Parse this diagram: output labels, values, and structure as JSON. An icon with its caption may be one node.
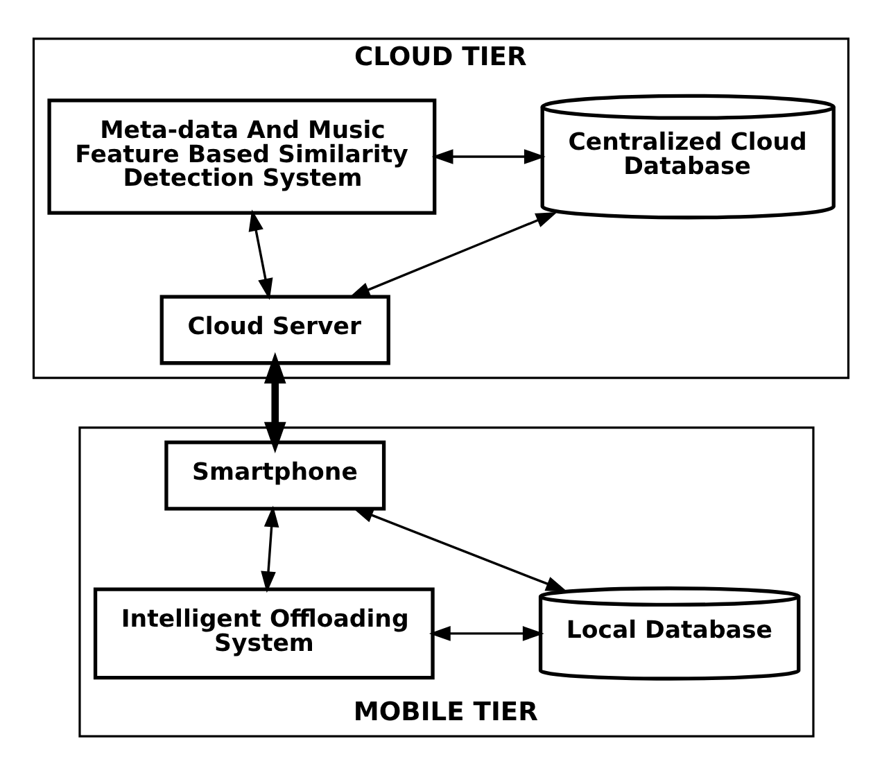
{
  "diagram": {
    "nodes": [
      {
        "text": [
          "CLOUD TIER"
        ]
      },
      {
        "text": [
          "Meta-data And Music Feature Based Similarity Detection System"
        ],
        "in": 0
      },
      {
        "text": [
          "Centralized Cloud Database"
        ],
        "in": 0
      },
      {
        "text": [
          "Cloud Server"
        ],
        "in": 0
      },
      {
        "text": [
          "MOBILE TIER"
        ]
      },
      {
        "text": [
          "Smartphone"
        ],
        "in": 4
      },
      {
        "text": [
          "Intelligent Offloading System"
        ],
        "in": 4
      },
      {
        "text": [
          "Local Database"
        ],
        "in": 4
      }
    ],
    "edges": [
      {
        "from": 1,
        "to": 2,
        "arrow": "both"
      },
      {
        "from": 1,
        "to": 3,
        "arrow": "both"
      },
      {
        "from": 2,
        "to": 3,
        "arrow": "both"
      },
      {
        "from": 3,
        "to": 5,
        "arrow": "both",
        "style": "thick"
      },
      {
        "from": 5,
        "to": 6,
        "arrow": "both"
      },
      {
        "from": 5,
        "to": 7,
        "arrow": "both"
      },
      {
        "from": 6,
        "to": 7,
        "arrow": "both"
      }
    ]
  }
}
